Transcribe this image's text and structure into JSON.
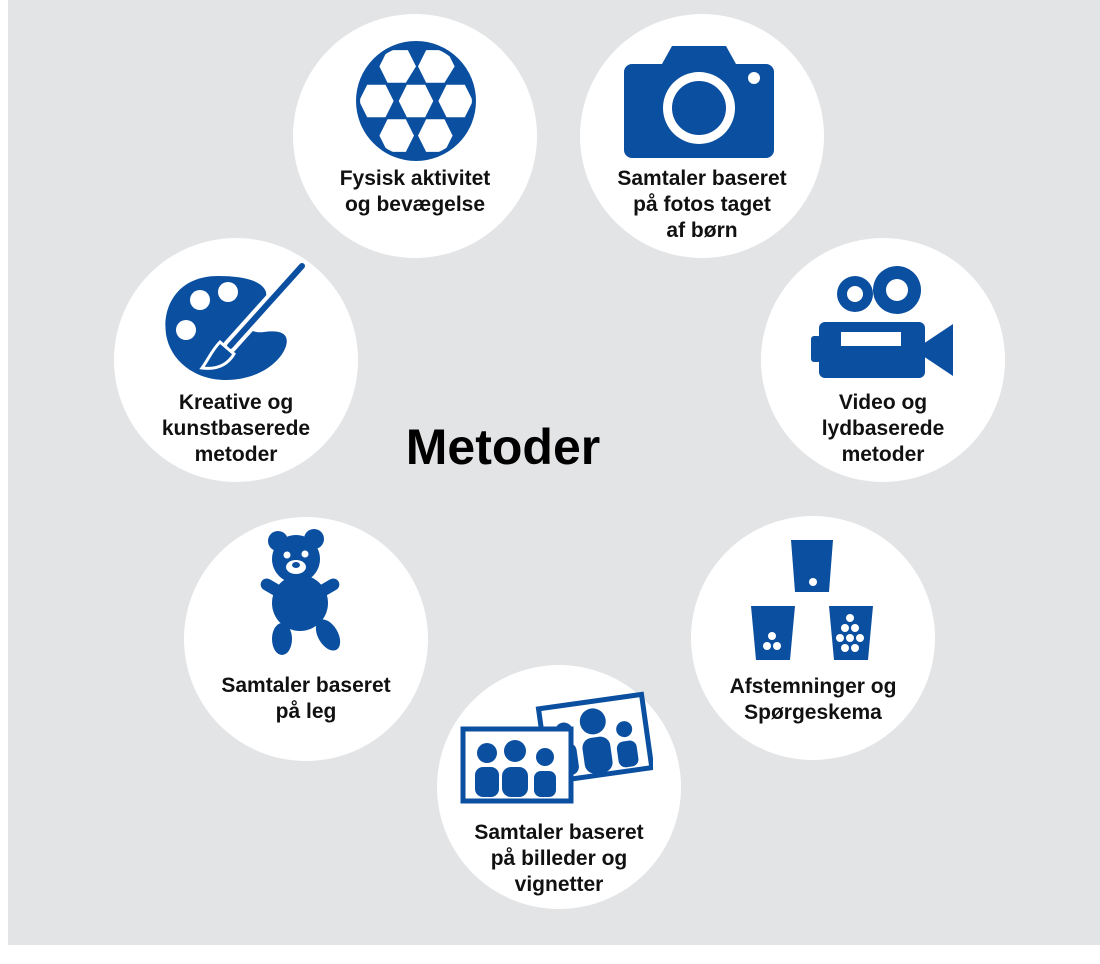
{
  "title": "Metoder",
  "colors": {
    "background": "#e3e4e6",
    "icon": "#0b4fa0",
    "circle": "#ffffff",
    "text": "#111111"
  },
  "methods": [
    {
      "icon": "football-icon",
      "lines": [
        "Fysisk aktivitet",
        "og bevægelse"
      ]
    },
    {
      "icon": "camera-icon",
      "lines": [
        "Samtaler baseret",
        "på fotos taget",
        "af børn"
      ]
    },
    {
      "icon": "video-camera-icon",
      "lines": [
        "Video og",
        "lydbaserede",
        "metoder"
      ]
    },
    {
      "icon": "ballot-cups-icon",
      "lines": [
        "Afstemninger og",
        "Spørgeskema"
      ]
    },
    {
      "icon": "photos-people-icon",
      "lines": [
        "Samtaler baseret",
        "på billeder og",
        "vignetter"
      ]
    },
    {
      "icon": "teddy-bear-icon",
      "lines": [
        "Samtaler baseret",
        "på leg"
      ]
    },
    {
      "icon": "paint-palette-icon",
      "lines": [
        "Kreative og",
        "kunstbaserede",
        "metoder"
      ]
    }
  ]
}
